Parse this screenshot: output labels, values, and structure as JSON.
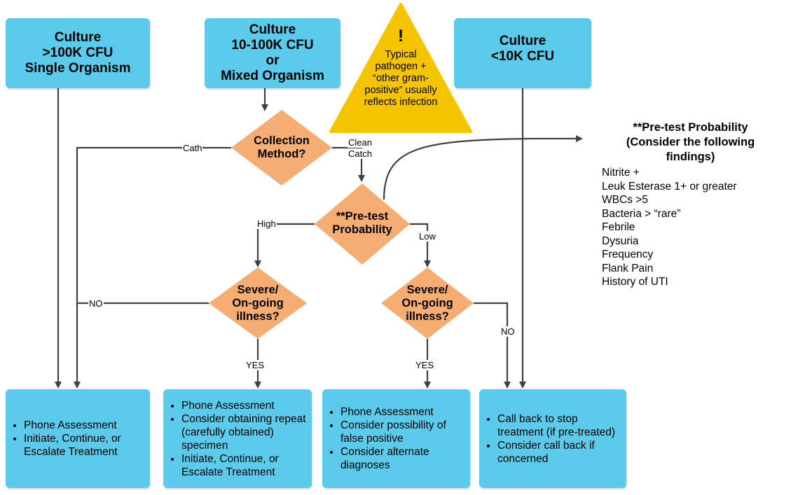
{
  "top_boxes": {
    "a": [
      "Culture",
      ">100K CFU",
      "Single Organism"
    ],
    "b": [
      "Culture",
      "10-100K CFU",
      "or",
      "Mixed Organism"
    ],
    "c": [
      "Culture",
      "<10K CFU"
    ]
  },
  "warning": {
    "mark": "!",
    "text": [
      "Typical",
      "pathogen +",
      "“other gram-",
      "positive” usually",
      "reflects infection"
    ]
  },
  "decisions": {
    "collection": [
      "Collection",
      "Method?"
    ],
    "pretest": [
      "**Pre-test",
      "Probability"
    ],
    "severe_left": [
      "Severe/",
      "On-going",
      "illness?"
    ],
    "severe_right": [
      "Severe/",
      "On-going",
      "illness?"
    ]
  },
  "edge_labels": {
    "cath": "Cath",
    "clean": "Clean",
    "catch": "Catch",
    "high": "High",
    "low": "Low",
    "no_left": "NO",
    "no_right": "NO",
    "yes_left": "YES",
    "yes_right": "YES"
  },
  "pretest_panel": {
    "title": [
      "**Pre-test Probability",
      "(Consider the following",
      "findings)"
    ],
    "items": [
      "Nitrite +",
      "Leuk Esterase 1+ or greater",
      "WBCs >5",
      "Bacteria > “rare”",
      "Febrile",
      "Dysuria",
      "Frequency",
      "Flank Pain",
      "History of UTI"
    ]
  },
  "bottom_boxes": {
    "a": [
      "Phone Assessment",
      "Initiate, Continue, or Escalate Treatment"
    ],
    "b": [
      "Phone Assessment",
      "Consider obtaining repeat (carefully obtained) specimen",
      "Initiate, Continue, or Escalate Treatment"
    ],
    "c": [
      "Phone Assessment",
      "Consider possibility of false positive",
      "Consider alternate diagnoses"
    ],
    "d": [
      "Call back to stop treatment (if pre-treated)",
      "Consider call back if concerned"
    ]
  },
  "colors": {
    "box_fill": "#5ccaea",
    "diamond_fill": "#f5ad74",
    "warning_fill": "#f5c400",
    "panel_border": "#7bb929",
    "line": "#404040"
  }
}
